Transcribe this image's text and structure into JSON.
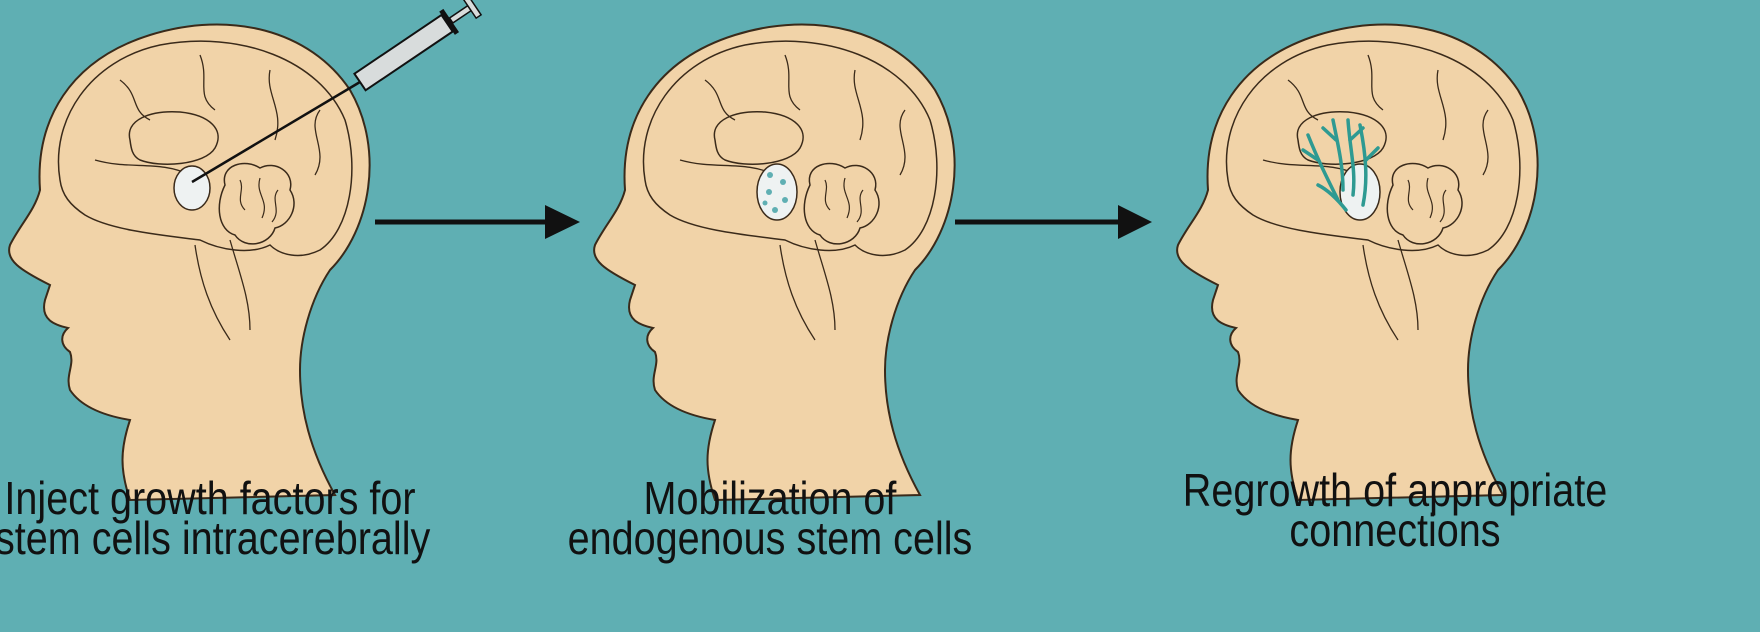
{
  "panels": [
    {
      "caption": [
        "Inject growth factors for",
        "stem cells intracerebrally"
      ],
      "icon": "syringe-icon"
    },
    {
      "caption": [
        "Mobilization of",
        "endogenous stem cells"
      ]
    },
    {
      "caption": [
        "Regrowth of appropriate",
        "connections"
      ]
    }
  ],
  "colors": {
    "background": "#5fafb3",
    "skin": "#f1d3a8",
    "outline": "#3a2a1a",
    "cells": "#5fafb3",
    "connections": "#2e9a92",
    "arrow": "#111111"
  }
}
